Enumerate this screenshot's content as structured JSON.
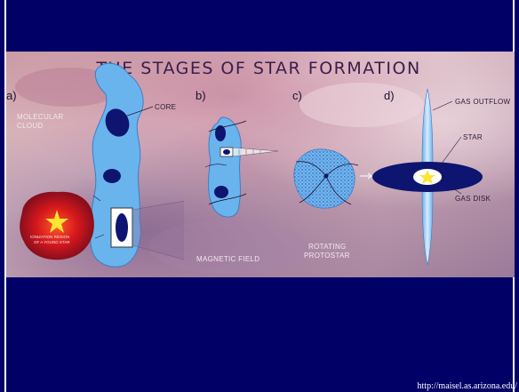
{
  "title": "THE STAGES OF STAR FORMATION",
  "panels": {
    "a": {
      "letter": "a)",
      "molecular_cloud_line1": "MOLECULAR",
      "molecular_cloud_line2": "CLOUD",
      "core": "CORE",
      "ionization_line1": "IONIZATION REGION",
      "ionization_line2": "OF A YOUNG STAR"
    },
    "b": {
      "letter": "b)",
      "magnetic_field": "MAGNETIC FIELD"
    },
    "c": {
      "letter": "c)",
      "rotating": "ROTATING",
      "protostar": "PROTOSTAR"
    },
    "d": {
      "letter": "d)",
      "gas_outflow": "GAS OUTFLOW",
      "star": "STAR",
      "gas_disk": "GAS DISK"
    }
  },
  "source_url": "http://maisel.as.arizona.edu/",
  "colors": {
    "slide_bg": "#000066",
    "cloud_blue": "#6ab4ee",
    "core_dark": "#0d1570",
    "star_yellow": "#ffe433",
    "ionization_red": "#d8181c"
  }
}
